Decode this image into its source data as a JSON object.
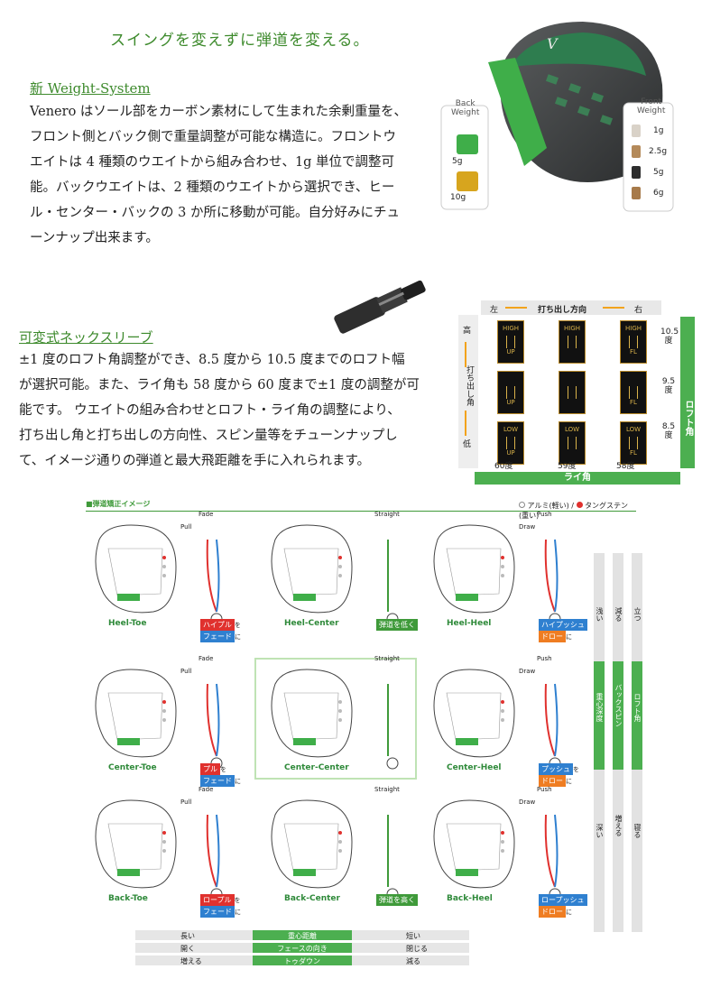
{
  "headline": "スイングを変えずに弾道を変える。",
  "weight": {
    "title": "新 Weight-System",
    "body": [
      "Venero はソール部をカーボン素材にして生まれた余剰重量を、",
      "フロント側とバック側で重量調整が可能な構造に。フロントウ",
      "エイトは 4 種類のウエイトから組み合わせ、1g 単位で調整可",
      "能。バックウエイトは、2 種類のウエイトから選択でき、ヒー",
      "ル・センター・バックの 3 か所に移動が可能。自分好みにチュ",
      "ーンナップ出来ます。"
    ],
    "back_label": [
      "Back",
      "Weight"
    ],
    "back_items": [
      "5g",
      "10g"
    ],
    "front_label": [
      "Front",
      "Weight"
    ],
    "front_items": [
      "1g",
      "2.5g",
      "5g",
      "6g"
    ],
    "head_brand": "V",
    "colors": {
      "green": "#3fae49",
      "gold": "#d7a51e"
    }
  },
  "sleeve": {
    "title": "可変式ネックスリーブ",
    "body": [
      "±1 度のロフト角調整ができ、8.5 度から 10.5 度までのロフト幅",
      "が選択可能。また、ライ角も 58 度から 60 度まで±1 度の調整が可",
      "能です。 ウエイトの組み合わせとロフト・ライ角の調整により、",
      "打ち出し角と打ち出しの方向性、スピン量等をチューンナップし",
      "て、イメージ通りの弾道と最大飛距離を手に入れられます。"
    ]
  },
  "loft_table": {
    "left": "左",
    "direction": "打ち出し方向",
    "right": "右",
    "high": "高",
    "launch": "打ち出し角",
    "low": "低",
    "loft_values": [
      "10.5\n度",
      "9.5\n度",
      "8.5\n度"
    ],
    "loft_axis": "ロフト角",
    "lie_values": [
      "60度",
      "59度",
      "58度"
    ],
    "lie_axis": "ライ角",
    "cells": [
      [
        "HIGH",
        "UP"
      ],
      [
        "HIGH",
        ""
      ],
      [
        "HIGH",
        "FL"
      ],
      [
        "",
        "UP"
      ],
      [
        "",
        ""
      ],
      [
        "",
        "FL"
      ],
      [
        "LOW",
        "UP"
      ],
      [
        "LOW",
        ""
      ],
      [
        "LOW",
        "FL"
      ]
    ]
  },
  "trajectory": {
    "title": "■弾道矯正イメージ",
    "legend_a": "アルミ(軽い)",
    "legend_sep": "/",
    "legend_b": "タングステン(重い)",
    "clubs": [
      {
        "name": "Heel-Toe",
        "shot1": "Pull",
        "shot2": "Fade",
        "tag1": "ハイプル",
        "tag2": "フェード",
        "p1": "を",
        "p2": "に"
      },
      {
        "name": "Heel-Center",
        "shot1": "",
        "shot2": "Straight",
        "tag1": "弾道を低く",
        "tag2": "",
        "p1": "",
        "p2": ""
      },
      {
        "name": "Heel-Heel",
        "shot1": "Draw",
        "shot2": "Push",
        "tag1": "ハイプッシュ",
        "tag2": "ドロー",
        "p1": "を",
        "p2": "に"
      },
      {
        "name": "Center-Toe",
        "shot1": "Pull",
        "shot2": "Fade",
        "tag1": "プル",
        "tag2": "フェード",
        "p1": "を",
        "p2": "に"
      },
      {
        "name": "Center-Center",
        "shot1": "",
        "shot2": "Straight",
        "tag1": "",
        "tag2": "",
        "p1": "",
        "p2": ""
      },
      {
        "name": "Center-Heel",
        "shot1": "Draw",
        "shot2": "Push",
        "tag1": "プッシュ",
        "tag2": "ドロー",
        "p1": "を",
        "p2": "に"
      },
      {
        "name": "Back-Toe",
        "shot1": "Pull",
        "shot2": "Fade",
        "tag1": "ロープル",
        "tag2": "フェード",
        "p1": "を",
        "p2": "に"
      },
      {
        "name": "Back-Center",
        "shot1": "",
        "shot2": "Straight",
        "tag1": "弾道を高く",
        "tag2": "",
        "p1": "",
        "p2": ""
      },
      {
        "name": "Back-Heel",
        "shot1": "Draw",
        "shot2": "Push",
        "tag1": "ロープッシュ",
        "tag2": "ドロー",
        "p1": "を",
        "p2": "に"
      }
    ],
    "side": {
      "col1_top": "浅い",
      "col1_mid": "重心深度",
      "col1_bot": "深い",
      "col2_top": "減る",
      "col2_mid": "バックスピン",
      "col2_bot": "増える",
      "col3_top": "立つ",
      "col3_mid": "ロフト角",
      "col3_bot": "寝る"
    },
    "bottom": [
      {
        "left": "長い",
        "center": "重心距離",
        "right": "短い"
      },
      {
        "left": "開く",
        "center": "フェースの向き",
        "right": "閉じる"
      },
      {
        "left": "増える",
        "center": "トゥダウン",
        "right": "減る"
      }
    ]
  }
}
